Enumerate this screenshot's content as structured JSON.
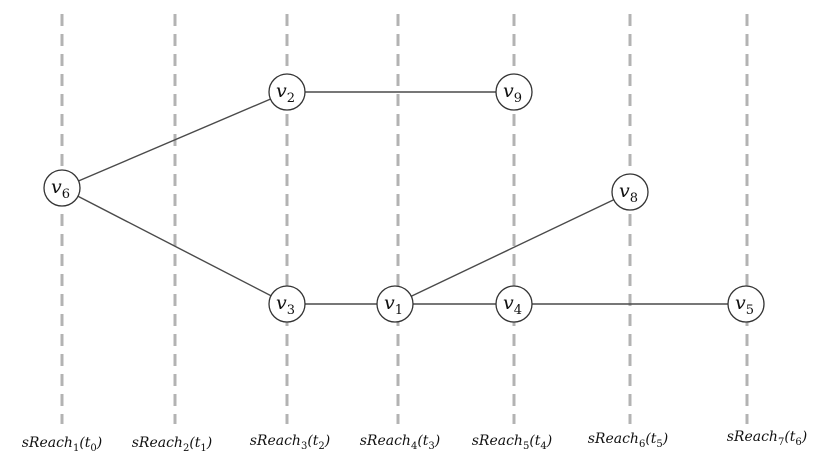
{
  "diagram": {
    "columns": [
      {
        "id": "c0",
        "base": "sReach",
        "index": "1",
        "t_index": "0"
      },
      {
        "id": "c1",
        "base": "sReach",
        "index": "2",
        "t_index": "1"
      },
      {
        "id": "c2",
        "base": "sReach",
        "index": "3",
        "t_index": "2"
      },
      {
        "id": "c3",
        "base": "sReach",
        "index": "4",
        "t_index": "3"
      },
      {
        "id": "c4",
        "base": "sReach",
        "index": "5",
        "t_index": "4"
      },
      {
        "id": "c5",
        "base": "sReach",
        "index": "6",
        "t_index": "5"
      },
      {
        "id": "c6",
        "base": "sReach",
        "index": "7",
        "t_index": "6"
      }
    ],
    "nodes": [
      {
        "id": "v6",
        "letter": "v",
        "sub": "6",
        "column": "c0"
      },
      {
        "id": "v2",
        "letter": "v",
        "sub": "2",
        "column": "c2"
      },
      {
        "id": "v9",
        "letter": "v",
        "sub": "9",
        "column": "c4"
      },
      {
        "id": "v3",
        "letter": "v",
        "sub": "3",
        "column": "c2"
      },
      {
        "id": "v1",
        "letter": "v",
        "sub": "1",
        "column": "c3"
      },
      {
        "id": "v4",
        "letter": "v",
        "sub": "4",
        "column": "c4"
      },
      {
        "id": "v8",
        "letter": "v",
        "sub": "8",
        "column": "c5"
      },
      {
        "id": "v5",
        "letter": "v",
        "sub": "5",
        "column": "c6"
      }
    ],
    "edges": [
      [
        "v6",
        "v2"
      ],
      [
        "v2",
        "v9"
      ],
      [
        "v6",
        "v3"
      ],
      [
        "v3",
        "v1"
      ],
      [
        "v1",
        "v8"
      ],
      [
        "v1",
        "v4"
      ],
      [
        "v4",
        "v5"
      ]
    ]
  }
}
